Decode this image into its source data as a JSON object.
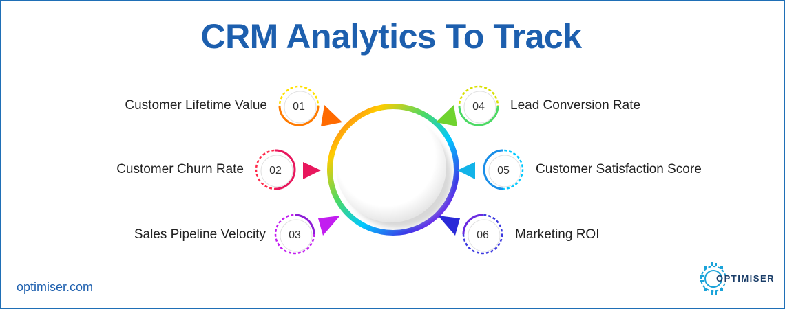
{
  "title": "CRM Analytics To Track",
  "items": [
    {
      "number": "01",
      "label": "Customer Lifetime Value",
      "color": "#ff7a00"
    },
    {
      "number": "02",
      "label": "Customer Churn Rate",
      "color": "#e8175d"
    },
    {
      "number": "03",
      "label": "Sales Pipeline Velocity",
      "color": "#b21fd6"
    },
    {
      "number": "04",
      "label": "Lead Conversion Rate",
      "color": "#7ed321"
    },
    {
      "number": "05",
      "label": "Customer Satisfaction Score",
      "color": "#12b3e8"
    },
    {
      "number": "06",
      "label": "Marketing ROI",
      "color": "#3d3ae0"
    }
  ],
  "footer": {
    "url": "optimiser.com",
    "brand": "OPTIMISER"
  },
  "colors": {
    "title": "#1d5fae",
    "border": "#1f6fb6",
    "text": "#222222"
  }
}
